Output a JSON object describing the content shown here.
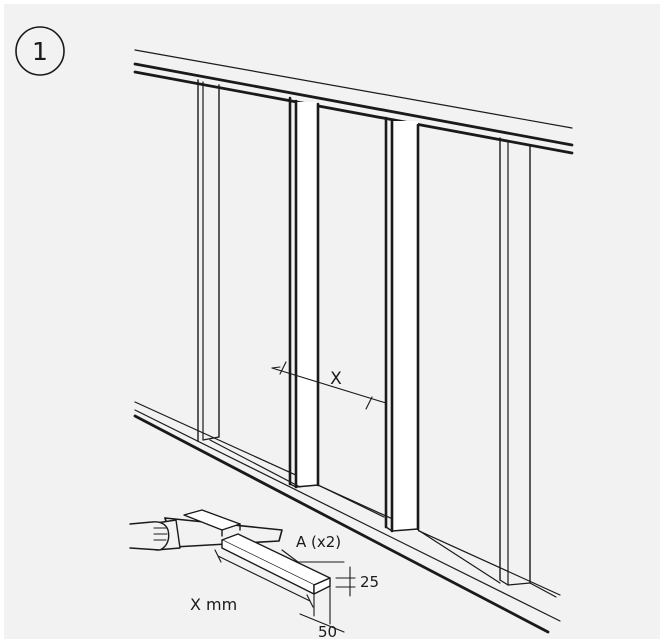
{
  "step": {
    "number": "1"
  },
  "labels": {
    "spacing": "X",
    "part": "A (x2)",
    "length": "X mm",
    "thickness": "25",
    "width": "50"
  },
  "colors": {
    "background": "#f2f2f2",
    "line": "#1a1a1a",
    "stud_face": "#ffffff"
  },
  "icons": {
    "hand": "hand-with-saw-icon"
  }
}
